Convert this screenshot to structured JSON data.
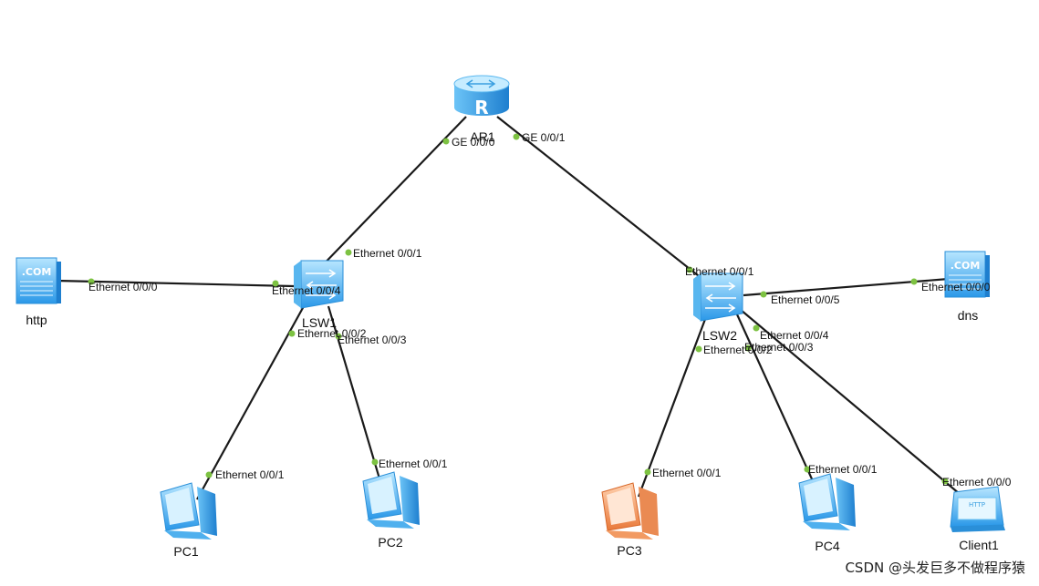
{
  "devices": {
    "ar1": {
      "label": "AR1",
      "icon": "router-icon"
    },
    "lsw1": {
      "label": "LSW1",
      "icon": "switch-icon"
    },
    "lsw2": {
      "label": "LSW2",
      "icon": "switch-icon"
    },
    "http": {
      "label": "http",
      "icon": "server-icon"
    },
    "dns": {
      "label": "dns",
      "icon": "server-icon"
    },
    "pc1": {
      "label": "PC1",
      "icon": "pc-icon"
    },
    "pc2": {
      "label": "PC2",
      "icon": "pc-icon"
    },
    "pc3": {
      "label": "PC3",
      "icon": "pc-icon"
    },
    "pc4": {
      "label": "PC4",
      "icon": "pc-icon"
    },
    "client1": {
      "label": "Client1",
      "icon": "client-icon"
    }
  },
  "links": [
    {
      "id": "ar1-lsw1",
      "a_port": "GE 0/0/0",
      "b_port": "Ethernet 0/0/1"
    },
    {
      "id": "ar1-lsw2",
      "a_port": "GE 0/0/1",
      "b_port": "Ethernet 0/0/1"
    },
    {
      "id": "lsw1-http",
      "a_port": "Ethernet 0/0/4",
      "b_port": "Ethernet 0/0/0"
    },
    {
      "id": "lsw1-pc1",
      "a_port": "Ethernet 0/0/2",
      "b_port": "Ethernet 0/0/1"
    },
    {
      "id": "lsw1-pc2",
      "a_port": "Ethernet 0/0/3",
      "b_port": "Ethernet 0/0/1"
    },
    {
      "id": "lsw2-dns",
      "a_port": "Ethernet 0/0/5",
      "b_port": "Ethernet 0/0/0"
    },
    {
      "id": "lsw2-pc3",
      "a_port": "Ethernet 0/0/2",
      "b_port": "Ethernet 0/0/1"
    },
    {
      "id": "lsw2-pc4",
      "a_port": "Ethernet 0/0/3",
      "b_port": "Ethernet 0/0/1"
    },
    {
      "id": "lsw2-client1",
      "a_port": "Ethernet 0/0/4",
      "b_port": "Ethernet 0/0/0"
    }
  ],
  "icon_text": {
    "server": ".COM",
    "router": "R",
    "client": "HTTP"
  },
  "watermark": "CSDN @头发巨多不做程序猿",
  "colors": {
    "link": "#1a1a1a",
    "port_dot": "#7dc242",
    "device_blue": "#39a9f0",
    "pc3_orange": "#f0894a"
  }
}
